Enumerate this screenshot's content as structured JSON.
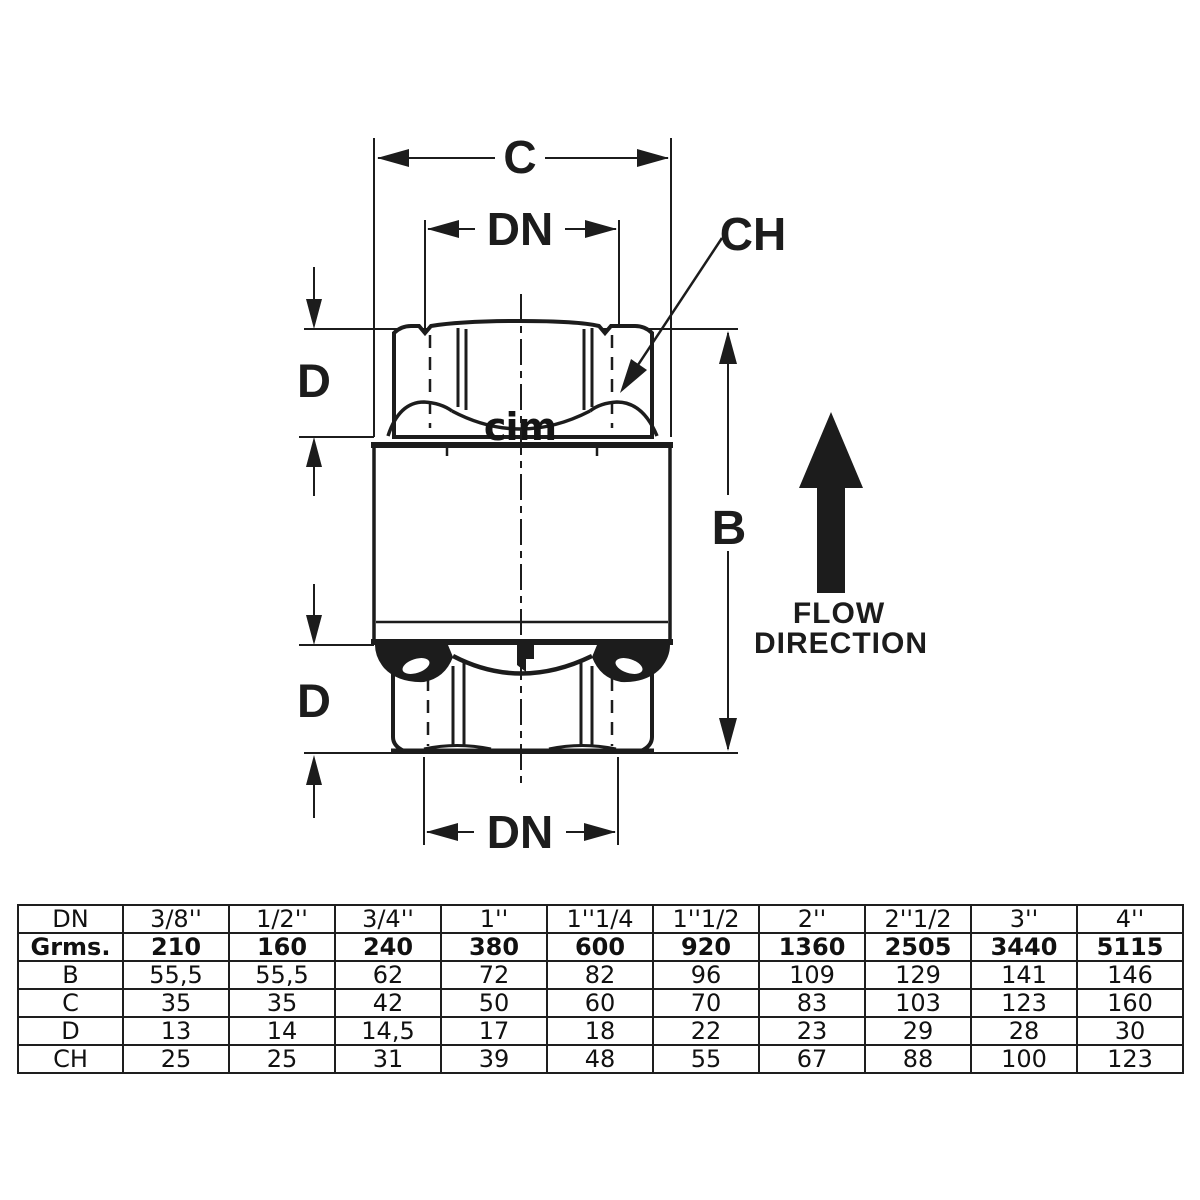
{
  "diagram": {
    "dimension_labels": {
      "c": "C",
      "dn_top": "DN",
      "ch": "CH",
      "d_upper": "D",
      "d_lower": "D",
      "b": "B",
      "dn_bottom": "DN"
    },
    "brand_logo": "cim",
    "flow_arrow": {
      "line1": "FLOW",
      "line2": "DIRECTION"
    },
    "colors": {
      "line": "#1c1c1c",
      "background": "#ffffff"
    }
  },
  "table": {
    "rows": [
      {
        "label": "DN",
        "values": [
          "3/8''",
          "1/2''",
          "3/4''",
          "1''",
          "1''1/4",
          "1''1/2",
          "2''",
          "2''1/2",
          "3''",
          "4''"
        ]
      },
      {
        "label": "Grms.",
        "values": [
          "210",
          "160",
          "240",
          "380",
          "600",
          "920",
          "1360",
          "2505",
          "3440",
          "5115"
        ]
      },
      {
        "label": "B",
        "values": [
          "55,5",
          "55,5",
          "62",
          "72",
          "82",
          "96",
          "109",
          "129",
          "141",
          "146"
        ]
      },
      {
        "label": "C",
        "values": [
          "35",
          "35",
          "42",
          "50",
          "60",
          "70",
          "83",
          "103",
          "123",
          "160"
        ]
      },
      {
        "label": "D",
        "values": [
          "13",
          "14",
          "14,5",
          "17",
          "18",
          "22",
          "23",
          "29",
          "28",
          "30"
        ]
      },
      {
        "label": "CH",
        "values": [
          "25",
          "25",
          "31",
          "39",
          "48",
          "55",
          "67",
          "88",
          "100",
          "123"
        ]
      }
    ]
  }
}
